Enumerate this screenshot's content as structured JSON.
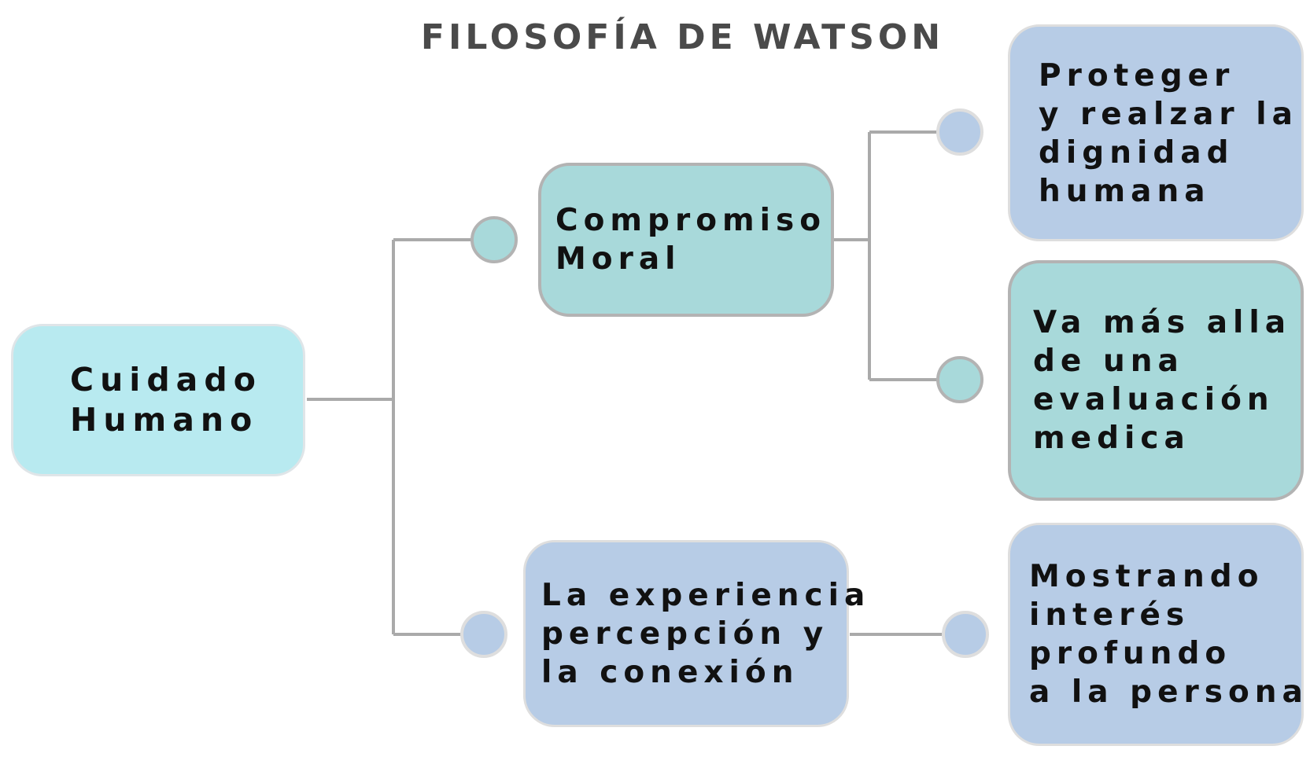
{
  "title": "FILOSOFÍA DE WATSON",
  "nodes": {
    "root": "Cuidado\nHumano",
    "moral": "Compromiso\nMoral",
    "experience": "La experiencia\npercepción y\nla conexión",
    "dignity": "Proteger\ny realzar la\ndignidad\nhumana",
    "evaluation": "Va más alla\nde una\nevaluación\nmedica",
    "interest": "Mostrando\ninterés\nprofundo\na la persona"
  },
  "colors": {
    "teal_light": "#b8eaf0",
    "teal": "#a8d9da",
    "blue": "#b7cce6",
    "line": "#aaaaaa",
    "title": "#4a4a4a"
  }
}
